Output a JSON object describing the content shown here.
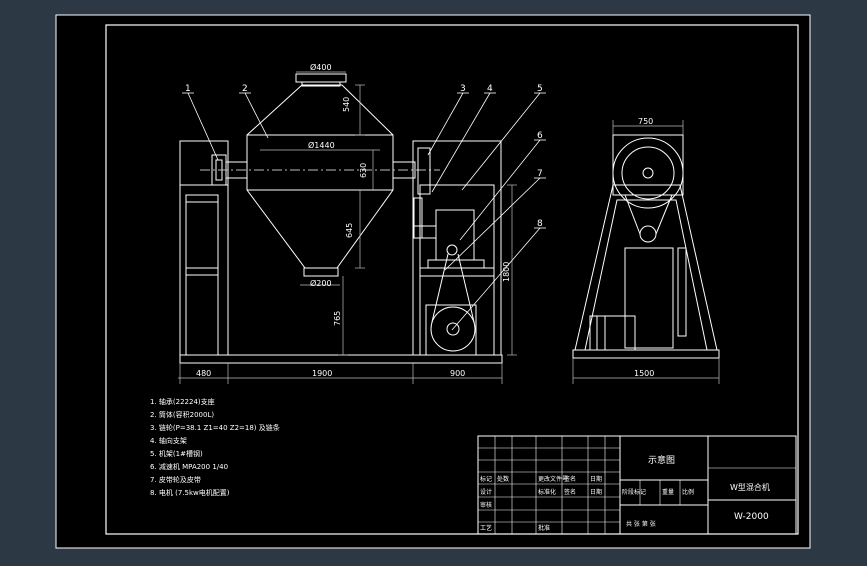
{
  "colors": {
    "background": "#2c3844",
    "paper": "#000000",
    "line": "#ffffff",
    "hidden_line": "#bdbdbd"
  },
  "dimensions": {
    "top_port": "Ø400",
    "cone_height_top": "540",
    "drum_dia": "Ø1440",
    "drum_length": "630",
    "cone_height_bottom": "645",
    "bottom_port": "Ø200",
    "discharge_height": "765",
    "overall_height": "1800",
    "left_width": "480",
    "middle_width": "1900",
    "right_width": "900",
    "side_width_top": "750",
    "side_width_base": "1500"
  },
  "balloons": [
    "1",
    "2",
    "3",
    "4",
    "5",
    "6",
    "7",
    "8"
  ],
  "parts": [
    "1. 轴承(22224)支座",
    "2. 筒体(容积2000L)",
    "3. 链轮(P=38.1 Z1=40 Z2=18)      及链条",
    "4. 轴向支架",
    "5. 机架(1#槽钢)",
    "6. 减速机 MPA200 1/40",
    "7. 皮带轮及皮带",
    "8. 电机 (7.5kw电机配置)"
  ],
  "title_block": {
    "title": "示意图",
    "product": "W型混合机",
    "code": "W-2000",
    "cells": {
      "r1c1": "标记",
      "r1c2": "处数",
      "r1c4": "更改文件号",
      "r1c5": "签名",
      "r1c6": "日期",
      "r2c1": "设计",
      "r2c4": "标准化",
      "r2c5": "签名",
      "r2c6": "日期",
      "r3c1": "审核",
      "r4c1": "工艺",
      "r4c3": "批准",
      "stage": "阶段标记",
      "weight": "重量",
      "scale": "比例",
      "sheets": "共  张  第  张"
    }
  }
}
